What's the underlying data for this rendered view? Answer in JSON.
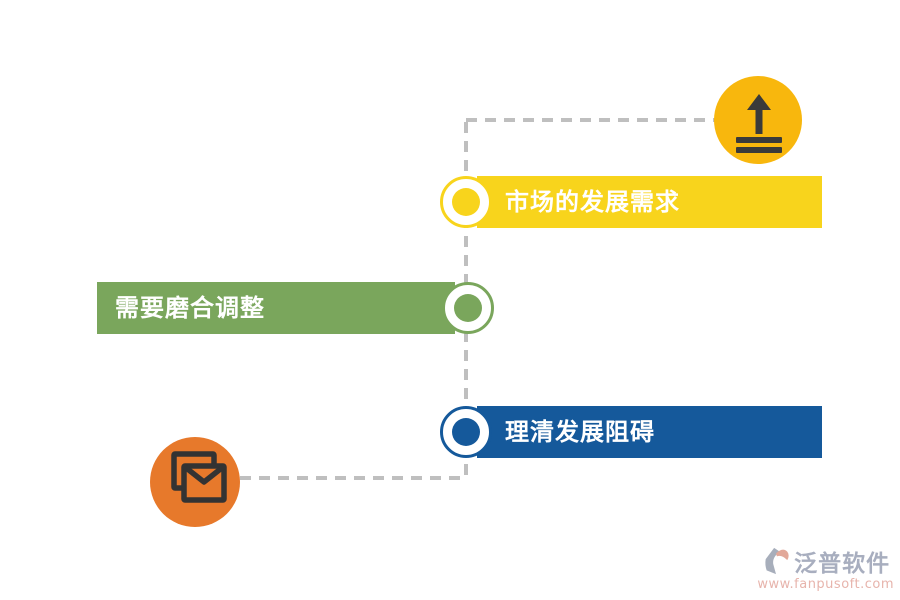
{
  "canvas": {
    "background": "#FFFFFF"
  },
  "diagram": {
    "items": [
      {
        "label": "市场的发展需求",
        "color": "#F8D41C",
        "side": "right"
      },
      {
        "label": "需要磨合调整",
        "color": "#7AA65C",
        "side": "left"
      },
      {
        "label": "理清发展阻碍",
        "color": "#15599B",
        "side": "right"
      }
    ],
    "top_icon": {
      "name": "upload-icon",
      "background": "#F8B70D",
      "glyph_color": "#3A3A3A"
    },
    "bottom_icon": {
      "name": "mail-icon",
      "background": "#E7792B",
      "glyph_color": "#333333"
    },
    "connector_color": "#BFBFBF",
    "label_text_color": "#FFFFFF"
  },
  "watermark": {
    "brand": "泛普软件",
    "url": "www.fanpusoft.com",
    "brand_color": "#9AA1B4",
    "url_color": "#E3A79E",
    "mark_gray": "#98A0B0",
    "mark_accent": "#DE9A88"
  }
}
